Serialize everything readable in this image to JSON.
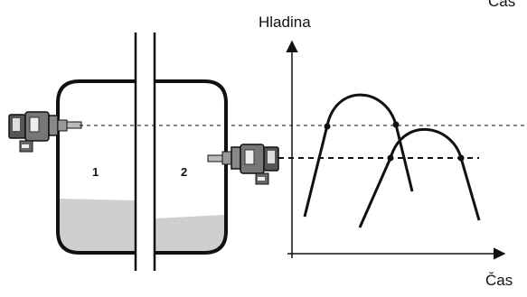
{
  "labels": {
    "y_axis": "Hladina",
    "x_axis": "Čas",
    "x_axis_top_clipped": "Čas",
    "tank_1": "1",
    "tank_2": "2"
  },
  "colors": {
    "outline": "#111111",
    "liquid": "#cfcfcf",
    "background": "#ffffff"
  },
  "icons": {
    "sensor_left": "level-sensor-icon",
    "sensor_right": "level-sensor-icon"
  }
}
